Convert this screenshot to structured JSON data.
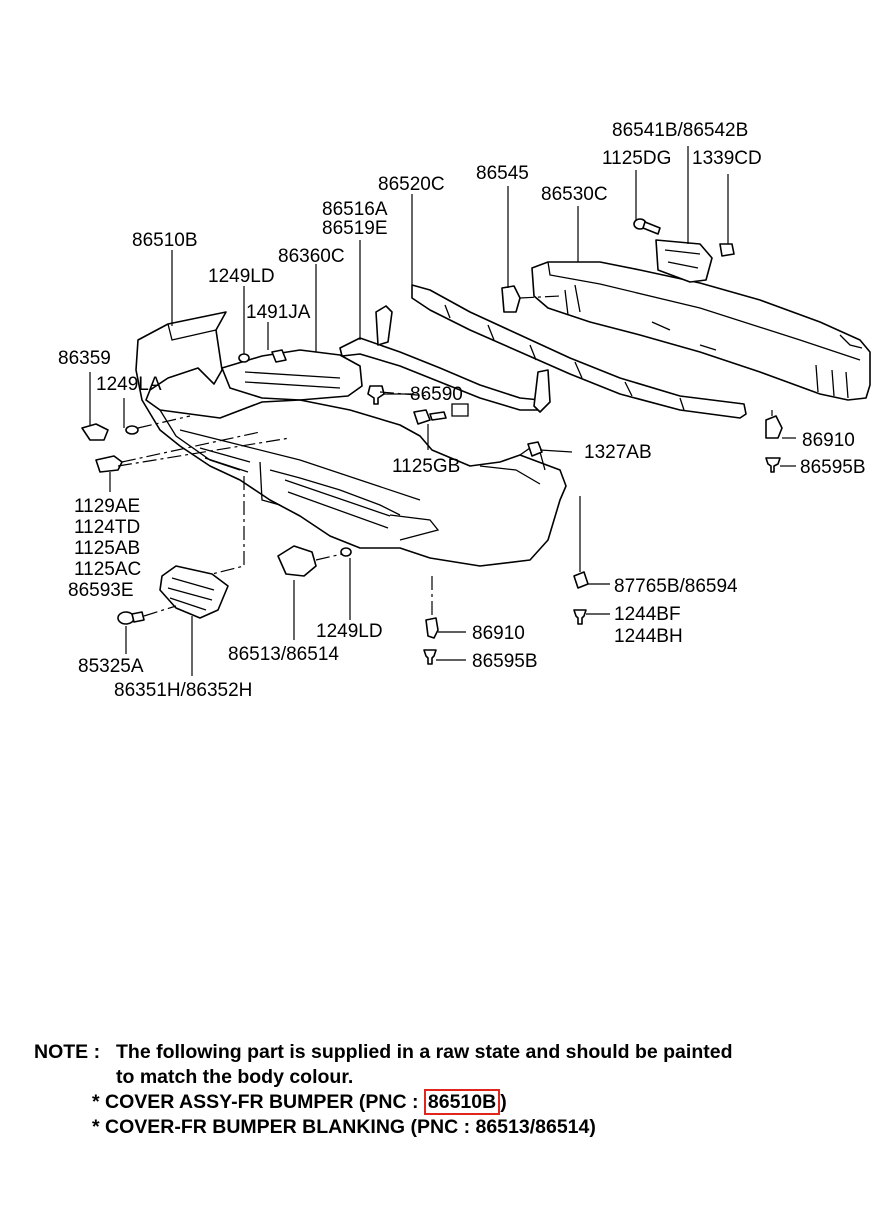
{
  "labels": {
    "p86541b": "86541B/86542B",
    "p1125dg": "1125DG",
    "p1339cd": "1339CD",
    "p86545": "86545",
    "p86530c": "86530C",
    "p86520c": "86520C",
    "p86516a": "86516A",
    "p86519e": "86519E",
    "p86510b": "86510B",
    "p86360c": "86360C",
    "p1249ld_top": "1249LD",
    "p1491ja": "1491JA",
    "p86359": "86359",
    "p1249la": "1249LA",
    "p86590": "86590",
    "p1125gb": "1125GB",
    "p1327ab": "1327AB",
    "p86910_r": "86910",
    "p86595b_r": "86595B",
    "p1129ae": "1129AE",
    "p1124td": "1124TD",
    "p1125ab": "1125AB",
    "p1125ac": "1125AC",
    "p86593e": "86593E",
    "p87765b": "87765B/86594",
    "p1244bf": "1244BF",
    "p1244bh": "1244BH",
    "p1249ld_bot": "1249LD",
    "p86910_b": "86910",
    "p86513": "86513/86514",
    "p86595b_b": "86595B",
    "p85325a": "85325A",
    "p86351h": "86351H/86352H"
  },
  "note": {
    "prefix": "NOTE :",
    "line1": "The following part is supplied in a raw state and should be painted",
    "line2": "to match the body colour.",
    "item1_text": "* COVER ASSY-FR BUMPER (PNC : ",
    "item1_pnc": "86510B",
    "item1_close": ")",
    "item2_text": "* COVER-FR BUMPER BLANKING (PNC : 86513/86514)"
  }
}
